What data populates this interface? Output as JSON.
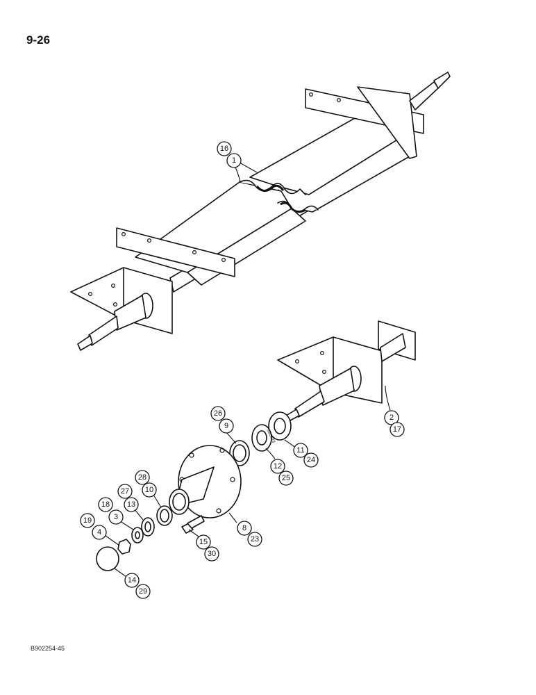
{
  "page_number": "9-26",
  "figure_code": "B902254-45",
  "bearing_marking": "3BC023",
  "callouts": {
    "c16": "16",
    "c1": "1",
    "c2": "2",
    "c17": "17",
    "c11": "11",
    "c24": "24",
    "c26": "26",
    "c9": "9",
    "c12": "12",
    "c25": "25",
    "c28": "28",
    "c10": "10",
    "c27": "27",
    "c13": "13",
    "c18": "18",
    "c3": "3",
    "c19": "19",
    "c4": "4",
    "c8": "8",
    "c23": "23",
    "c15": "15",
    "c30": "30",
    "c14": "14",
    "c29": "29"
  }
}
